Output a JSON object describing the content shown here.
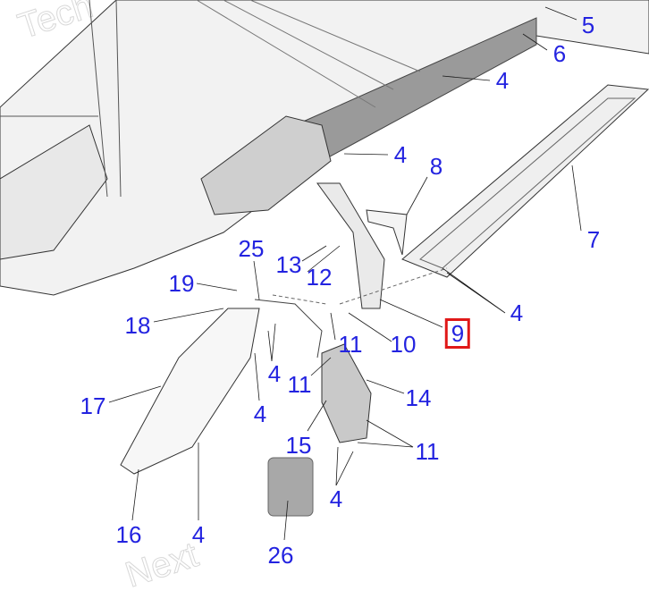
{
  "diagram": {
    "highlight_color": "#e01818",
    "callout_color": "#2323e0",
    "watermark": "Tech / Next Technologies",
    "callouts": [
      {
        "id": "c5",
        "label": "5"
      },
      {
        "id": "c6",
        "label": "6"
      },
      {
        "id": "c4a",
        "label": "4"
      },
      {
        "id": "c4b",
        "label": "4"
      },
      {
        "id": "c8",
        "label": "8"
      },
      {
        "id": "c7",
        "label": "7"
      },
      {
        "id": "c13",
        "label": "13"
      },
      {
        "id": "c12",
        "label": "12"
      },
      {
        "id": "c19",
        "label": "19"
      },
      {
        "id": "c25",
        "label": "25"
      },
      {
        "id": "c4c",
        "label": "4"
      },
      {
        "id": "c9",
        "label": "9",
        "highlighted": true
      },
      {
        "id": "c18",
        "label": "18"
      },
      {
        "id": "c11a",
        "label": "11"
      },
      {
        "id": "c10",
        "label": "10"
      },
      {
        "id": "c4d",
        "label": "4"
      },
      {
        "id": "c11b",
        "label": "11"
      },
      {
        "id": "c14",
        "label": "14"
      },
      {
        "id": "c17",
        "label": "17"
      },
      {
        "id": "c4e",
        "label": "4"
      },
      {
        "id": "c15",
        "label": "15"
      },
      {
        "id": "c11c",
        "label": "11"
      },
      {
        "id": "c4f",
        "label": "4"
      },
      {
        "id": "c16",
        "label": "16"
      },
      {
        "id": "c4g",
        "label": "4"
      },
      {
        "id": "c26",
        "label": "26"
      }
    ]
  }
}
